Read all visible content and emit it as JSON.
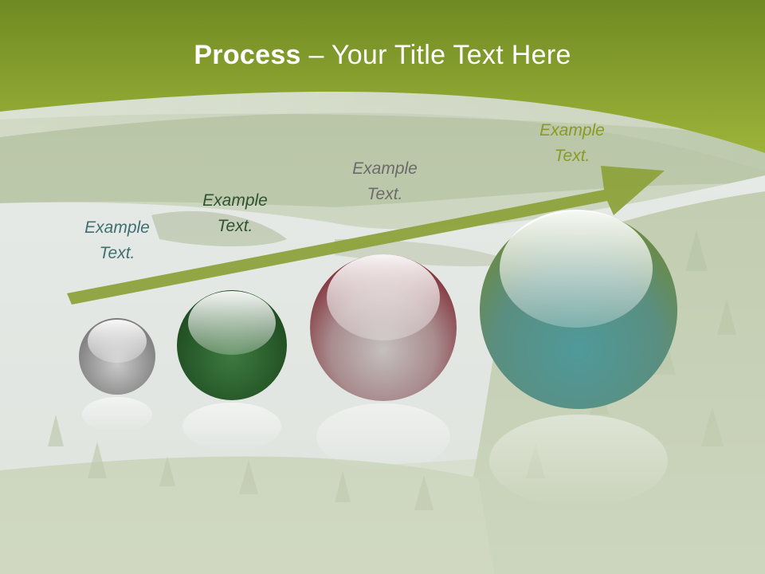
{
  "slide": {
    "title_bold": "Process",
    "title_rest": " – Your Title Text Here",
    "steps": [
      {
        "line1": "Example",
        "line2": "Text.",
        "color": "#3f6f70",
        "sphere": "gray"
      },
      {
        "line1": "Example",
        "line2": "Text.",
        "color": "#2f5230",
        "sphere": "green"
      },
      {
        "line1": "Example",
        "line2": "Text.",
        "color": "#6b6b6b",
        "sphere": "maroon"
      },
      {
        "line1": "Example",
        "line2": "Text.",
        "color": "#8a9a24",
        "sphere": "teal"
      }
    ]
  },
  "colors": {
    "header_top": "#6f8a22",
    "header_bottom": "#9bb43a",
    "arrow": "#8da23c",
    "text_white": "#ffffff"
  }
}
